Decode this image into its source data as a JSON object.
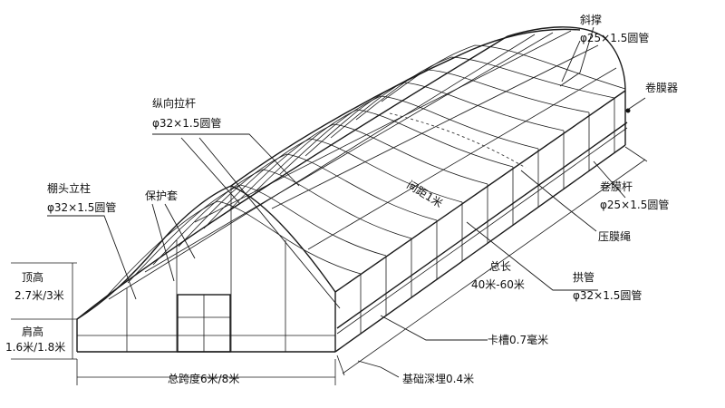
{
  "labels": {
    "diagonal_brace": "斜撑",
    "diagonal_brace_spec": "φ25×1.5圆管",
    "film_roller": "卷膜器",
    "longitudinal_rod": "纵向拉杆",
    "longitudinal_rod_spec": "φ32×1.5圆管",
    "gable_post": "棚头立柱",
    "gable_post_spec": "φ32×1.5圆管",
    "protective_sleeve": "保护套",
    "spacing": "间距1米",
    "film_roll_rod": "卷膜杆",
    "film_roll_rod_spec": "φ25×1.5圆管",
    "film_press_rope": "压膜绳",
    "total_length": "总长",
    "total_length_value": "40米-60米",
    "arch_pipe": "拱管",
    "arch_pipe_spec": "φ32×1.5圆管",
    "top_height": "顶高",
    "top_height_value": "2.7米/3米",
    "shoulder_height": "肩高",
    "shoulder_height_value": "1.6米/1.8米",
    "card_slot": "卡槽0.7毫米",
    "total_span": "总跨度6米/8米",
    "foundation_depth": "基础深埋0.4米"
  }
}
